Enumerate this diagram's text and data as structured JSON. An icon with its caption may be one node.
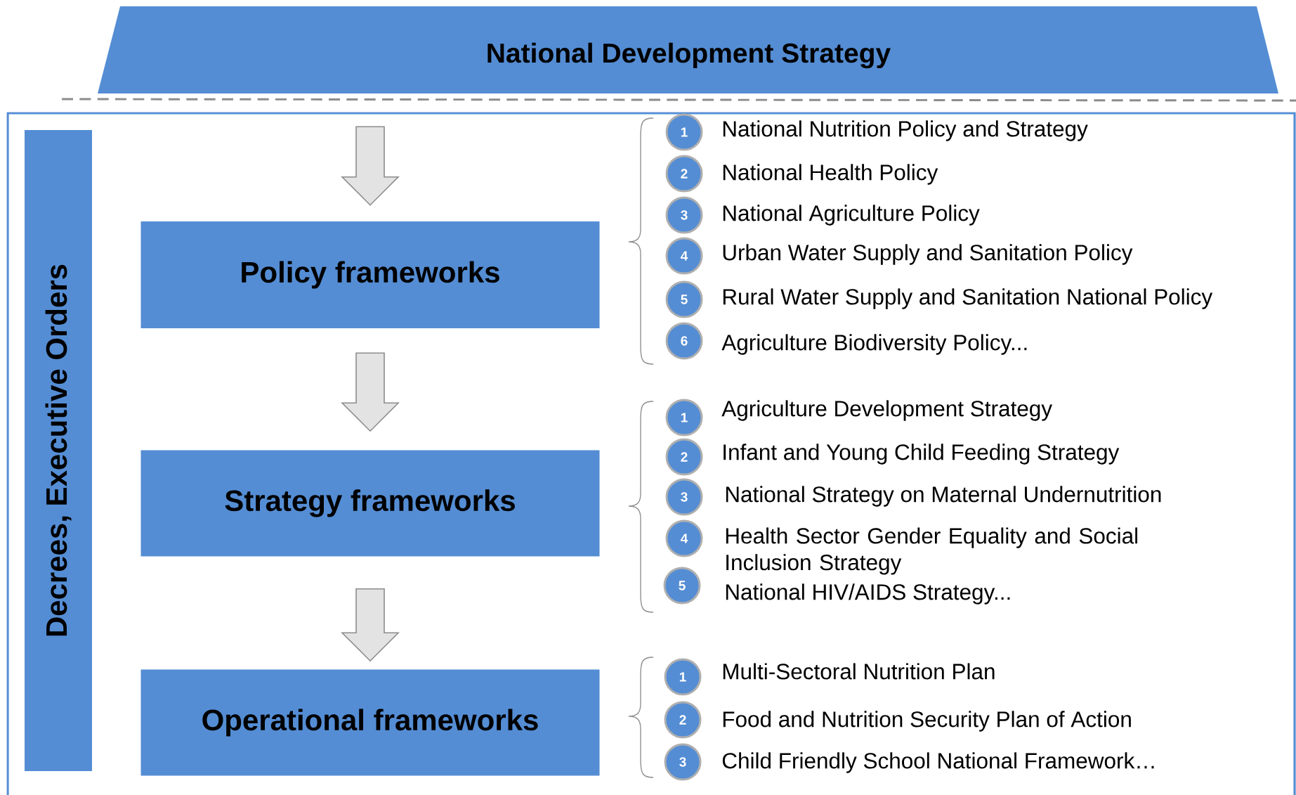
{
  "diagram": {
    "nodes": [
      {
        "text": [
          "National Development Strategy"
        ]
      },
      {
        "text": [
          "Decrees, Executive Orders"
        ]
      },
      {
        "text": [
          "Policy frameworks"
        ]
      },
      {
        "text": [
          "Strategy frameworks"
        ]
      },
      {
        "text": [
          "Operational frameworks"
        ]
      },
      {
        "text": [
          "1"
        ],
        "beside": [
          "National Nutrition Policy and Strategy"
        ]
      },
      {
        "text": [
          "2"
        ],
        "beside": [
          "National Health Policy"
        ]
      },
      {
        "text": [
          "3"
        ],
        "beside": [
          "National Agriculture Policy"
        ]
      },
      {
        "text": [
          "4"
        ],
        "beside": [
          "Urban Water Supply and Sanitation Policy"
        ]
      },
      {
        "text": [
          "5"
        ],
        "beside": [
          "Rural Water Supply and Sanitation National Policy"
        ]
      },
      {
        "text": [
          "6"
        ],
        "beside": [
          "Agriculture Biodiversity Policy..."
        ]
      },
      {
        "text": [
          "1"
        ],
        "beside": [
          "Agriculture Development Strategy"
        ]
      },
      {
        "text": [
          "2"
        ],
        "beside": [
          "Infant and Young Child Feeding Strategy"
        ]
      },
      {
        "text": [
          "3"
        ],
        "beside": [
          "National Strategy on Maternal Undernutrition"
        ]
      },
      {
        "text": [
          "4"
        ],
        "beside": [
          "Health Sector Gender Equality and Social Inclusion Strategy"
        ]
      },
      {
        "text": [
          "5"
        ],
        "beside": [
          "National HIV/AIDS Strategy..."
        ]
      },
      {
        "text": [
          "1"
        ],
        "beside": [
          "Multi-Sectoral Nutrition Plan"
        ]
      },
      {
        "text": [
          "2"
        ],
        "beside": [
          "Food and Nutrition Security Plan of Action"
        ]
      },
      {
        "text": [
          "3"
        ],
        "beside": [
          "Child Friendly School National Framework…"
        ]
      }
    ],
    "edges": [
      {
        "from": 0,
        "to": 2,
        "arrow": "to"
      },
      {
        "from": 2,
        "to": 3,
        "arrow": "to"
      },
      {
        "from": 3,
        "to": 4,
        "arrow": "to"
      }
    ]
  }
}
